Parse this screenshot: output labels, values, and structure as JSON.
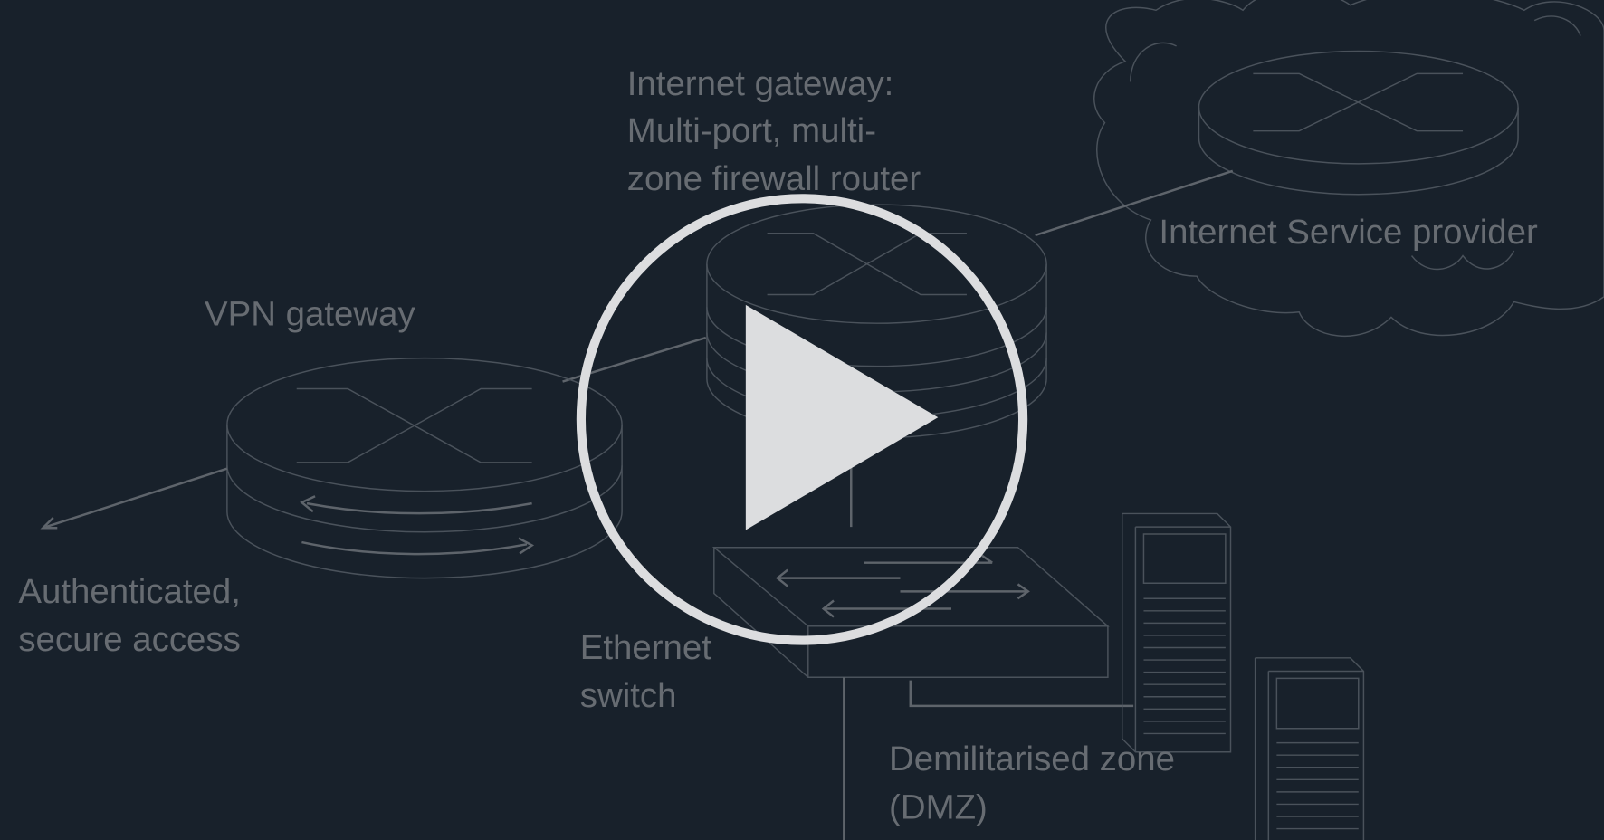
{
  "video": {
    "play_icon": "play-icon",
    "overlay_color": "#18212b",
    "play_color": "#dcdddf"
  },
  "diagram": {
    "internet_gateway": [
      "Internet gateway:",
      "Multi-port, multi-",
      "zone firewall router"
    ],
    "isp": "Internet Service provider",
    "vpn_gateway": "VPN gateway",
    "remote_access": [
      "Authenticated,",
      "secure access"
    ],
    "switch": [
      "Ethernet",
      "switch"
    ],
    "dmz": [
      "Demilitarised zone",
      "(DMZ)"
    ]
  }
}
